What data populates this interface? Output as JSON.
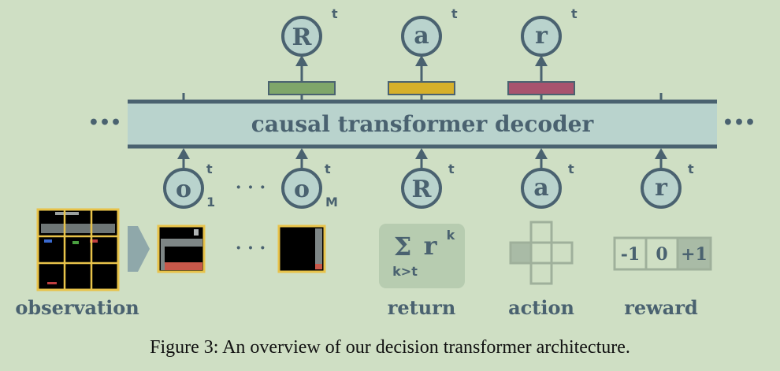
{
  "decoder": {
    "label": "causal transformer decoder",
    "ellipsis_left": "•••",
    "ellipsis_right": "•••"
  },
  "outputs": [
    {
      "symbol": "R",
      "superscript": "t",
      "bar_color": "#7fa66a"
    },
    {
      "symbol": "a",
      "superscript": "t",
      "bar_color": "#d6b02a"
    },
    {
      "symbol": "r",
      "superscript": "t",
      "bar_color": "#a8536e"
    }
  ],
  "inputs": [
    {
      "symbol": "o",
      "superscript": "t",
      "subscript": "1"
    },
    {
      "symbol": "o",
      "superscript": "t",
      "subscript": "M"
    },
    {
      "symbol": "R",
      "superscript": "t"
    },
    {
      "symbol": "a",
      "superscript": "t"
    },
    {
      "symbol": "r",
      "superscript": "t"
    }
  ],
  "input_dots": "· · ·",
  "tile_dots": "· · ·",
  "return_formula": {
    "sigma": "Σ",
    "r": "r",
    "k": "k",
    "sub": "k>t"
  },
  "reward_values": [
    "-1",
    "0",
    "+1"
  ],
  "labels": {
    "observation": "observation",
    "return": "return",
    "action": "action",
    "reward": "reward"
  },
  "caption": "Figure 3: An overview of our decision transformer architecture.",
  "colors": {
    "background": "#cfdfc4",
    "ink": "#4a6270",
    "decoder_fill": "#b9d3cd",
    "frame": "#e8c34a"
  }
}
